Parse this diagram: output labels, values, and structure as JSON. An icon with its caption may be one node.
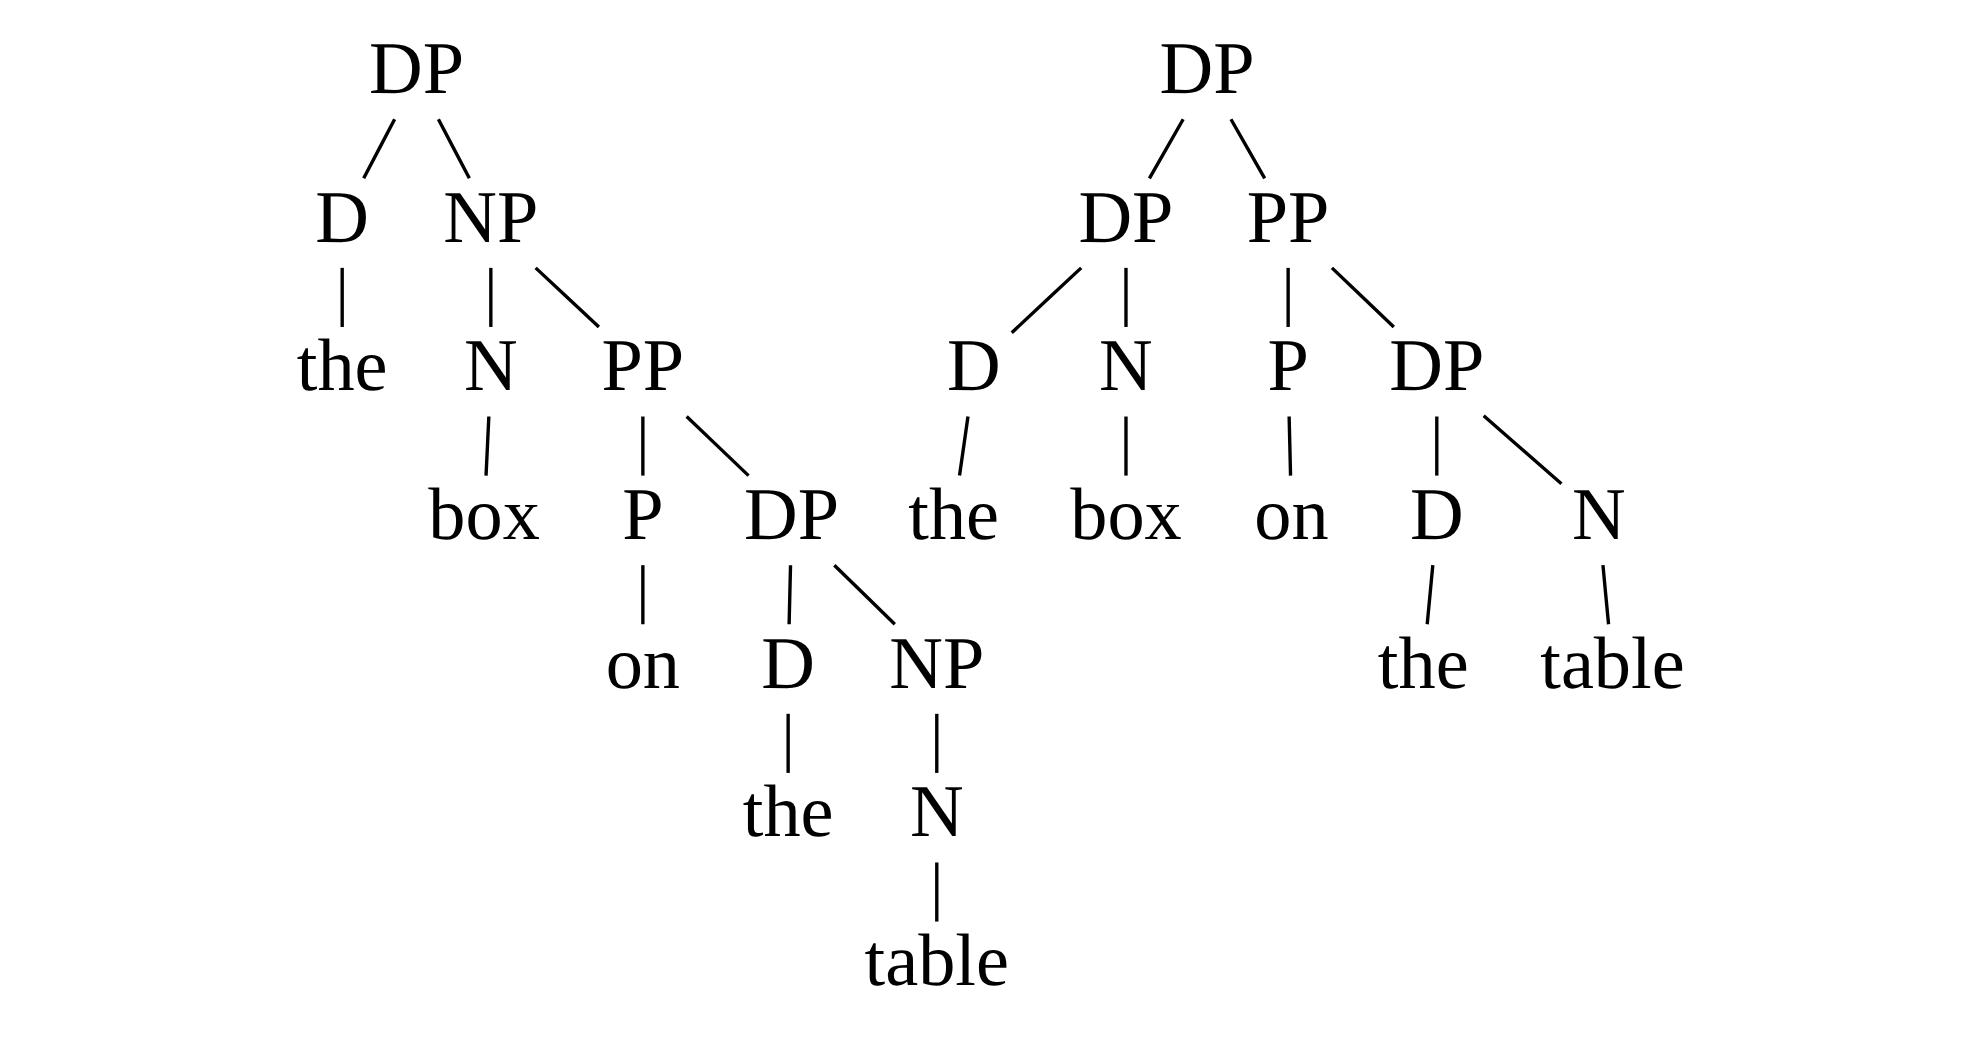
{
  "diagram": {
    "nodes": [
      {
        "text": [
          "DP"
        ]
      },
      {
        "text": [
          "D"
        ]
      },
      {
        "text": [
          "NP"
        ]
      },
      {
        "text": [
          "the"
        ]
      },
      {
        "text": [
          "N"
        ]
      },
      {
        "text": [
          "PP"
        ]
      },
      {
        "text": [
          "box"
        ]
      },
      {
        "text": [
          "P"
        ]
      },
      {
        "text": [
          "DP"
        ]
      },
      {
        "text": [
          "on"
        ]
      },
      {
        "text": [
          "D"
        ]
      },
      {
        "text": [
          "NP"
        ]
      },
      {
        "text": [
          "the"
        ]
      },
      {
        "text": [
          "N"
        ]
      },
      {
        "text": [
          "table"
        ]
      },
      {
        "text": [
          "DP"
        ]
      },
      {
        "text": [
          "DP"
        ]
      },
      {
        "text": [
          "PP"
        ]
      },
      {
        "text": [
          "D"
        ]
      },
      {
        "text": [
          "N"
        ]
      },
      {
        "text": [
          "P"
        ]
      },
      {
        "text": [
          "DP"
        ]
      },
      {
        "text": [
          "the"
        ]
      },
      {
        "text": [
          "box"
        ]
      },
      {
        "text": [
          "on"
        ]
      },
      {
        "text": [
          "D"
        ]
      },
      {
        "text": [
          "N"
        ]
      },
      {
        "text": [
          "the"
        ]
      },
      {
        "text": [
          "table"
        ]
      }
    ],
    "edges": [
      {
        "from": 0,
        "to": 1,
        "arrow": "none"
      },
      {
        "from": 0,
        "to": 2,
        "arrow": "none"
      },
      {
        "from": 1,
        "to": 3,
        "arrow": "none"
      },
      {
        "from": 2,
        "to": 4,
        "arrow": "none"
      },
      {
        "from": 2,
        "to": 5,
        "arrow": "none"
      },
      {
        "from": 4,
        "to": 6,
        "arrow": "none"
      },
      {
        "from": 5,
        "to": 7,
        "arrow": "none"
      },
      {
        "from": 5,
        "to": 8,
        "arrow": "none"
      },
      {
        "from": 7,
        "to": 9,
        "arrow": "none"
      },
      {
        "from": 8,
        "to": 10,
        "arrow": "none"
      },
      {
        "from": 8,
        "to": 11,
        "arrow": "none"
      },
      {
        "from": 10,
        "to": 12,
        "arrow": "none"
      },
      {
        "from": 11,
        "to": 13,
        "arrow": "none"
      },
      {
        "from": 13,
        "to": 14,
        "arrow": "none"
      },
      {
        "from": 15,
        "to": 16,
        "arrow": "none"
      },
      {
        "from": 15,
        "to": 17,
        "arrow": "none"
      },
      {
        "from": 16,
        "to": 18,
        "arrow": "none"
      },
      {
        "from": 16,
        "to": 19,
        "arrow": "none"
      },
      {
        "from": 17,
        "to": 20,
        "arrow": "none"
      },
      {
        "from": 17,
        "to": 21,
        "arrow": "none"
      },
      {
        "from": 18,
        "to": 22,
        "arrow": "none"
      },
      {
        "from": 19,
        "to": 23,
        "arrow": "none"
      },
      {
        "from": 20,
        "to": 24,
        "arrow": "none"
      },
      {
        "from": 21,
        "to": 25,
        "arrow": "none"
      },
      {
        "from": 21,
        "to": 26,
        "arrow": "none"
      },
      {
        "from": 25,
        "to": 27,
        "arrow": "none"
      },
      {
        "from": 26,
        "to": 28,
        "arrow": "none"
      }
    ]
  }
}
